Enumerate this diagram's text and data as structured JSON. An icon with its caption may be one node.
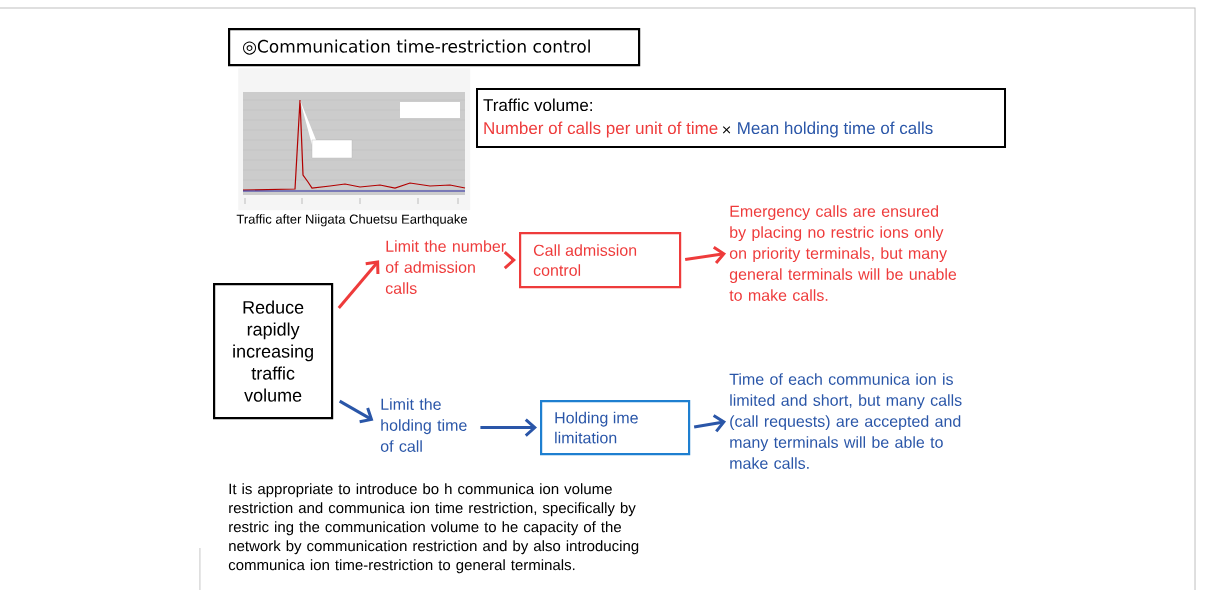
{
  "diagram": {
    "nodes": [
      {
        "text": [
          "◎Communication time-restriction control"
        ]
      },
      {
        "text": [
          "Traffic volume:",
          "Number of calls per unit of time",
          "×",
          "Mean holding time of calls"
        ]
      },
      {
        "text": [],
        "shape": "picture",
        "beside": [
          "Traffic after Niigata Chuetsu Earthquake"
        ]
      },
      {
        "text": [
          "Reduce rapidly increasing traffic volume"
        ]
      },
      {
        "text": [
          "Limit the number of admission calls"
        ]
      },
      {
        "text": [
          "Call admission control"
        ]
      },
      {
        "text": [
          "Emergency calls are ensured by placing no restric ions only on priority terminals, but many general terminals will be unable to make calls."
        ]
      },
      {
        "text": [
          "Limit the holding time of call"
        ]
      },
      {
        "text": [
          "Holding  ime limitation"
        ]
      },
      {
        "text": [
          "Time of each communica ion is limited and short, but many calls (call requests) are accepted and many terminals will be able to make calls."
        ]
      }
    ],
    "edges": [
      {
        "from": 3,
        "to": 4,
        "arrow": "to",
        "color": "#ee3b3b"
      },
      {
        "from": 4,
        "to": 5,
        "arrow": "to",
        "color": "#ee3b3b"
      },
      {
        "from": 5,
        "to": 6,
        "arrow": "to",
        "color": "#ee3b3b"
      },
      {
        "from": 3,
        "to": 7,
        "arrow": "to",
        "color": "#2a56a8"
      },
      {
        "from": 7,
        "to": 8,
        "arrow": "to",
        "color": "#2a56a8"
      },
      {
        "from": 8,
        "to": 9,
        "arrow": "to",
        "color": "#2a56a8"
      }
    ],
    "labels": [
      "It is appropriate to introduce bo h communica ion volume restriction and communica ion time restriction, specifically by restric ing the communication volume to  he capacity of the network by communication restriction and by also introducing communica ion time-restriction to general terminals."
    ]
  }
}
